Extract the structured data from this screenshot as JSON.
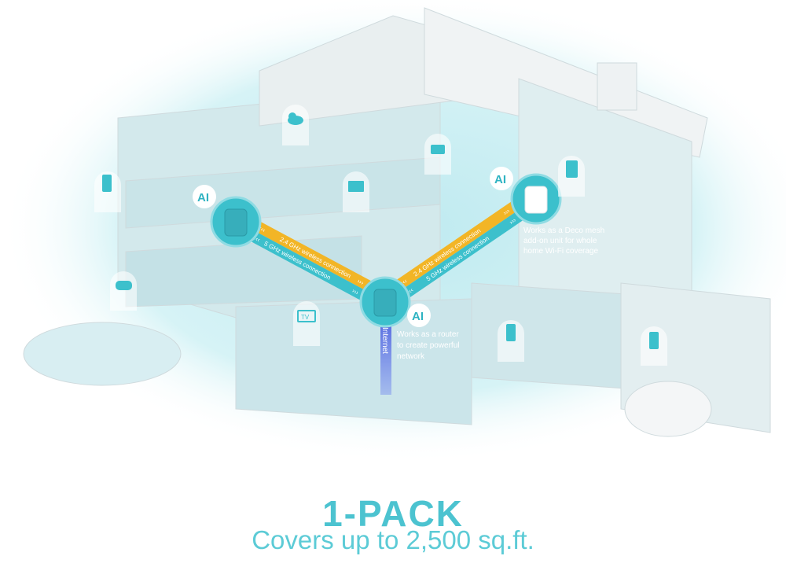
{
  "heading": "1-PACK",
  "subheading": "Covers up to 2,500 sq.ft.",
  "diagram": {
    "ai_badge": "AI",
    "band_24ghz": "2.4 GHz wireless connection",
    "band_5ghz": "5 GHz wireless connection",
    "internet_label": "Internet",
    "router_note": [
      "Works as a router",
      "to create powerful",
      "network"
    ],
    "mesh_note": [
      "Works as a Deco mesh",
      "add-on unit for whole",
      "home Wi-Fi coverage"
    ],
    "tv_label": "TV",
    "device_icons": [
      "phone-icon",
      "cloud-icon",
      "game-console-icon",
      "monitor-icon",
      "tablet-icon",
      "gamepad-icon",
      "tv-icon",
      "phone-icon",
      "phone-icon"
    ]
  },
  "colors": {
    "accent": "#4cc3d0",
    "band_24ghz": "#f2b526",
    "band_5ghz": "#3cc0cc",
    "internet": "#5a6ee0",
    "coverage": "#d8f3f6"
  }
}
